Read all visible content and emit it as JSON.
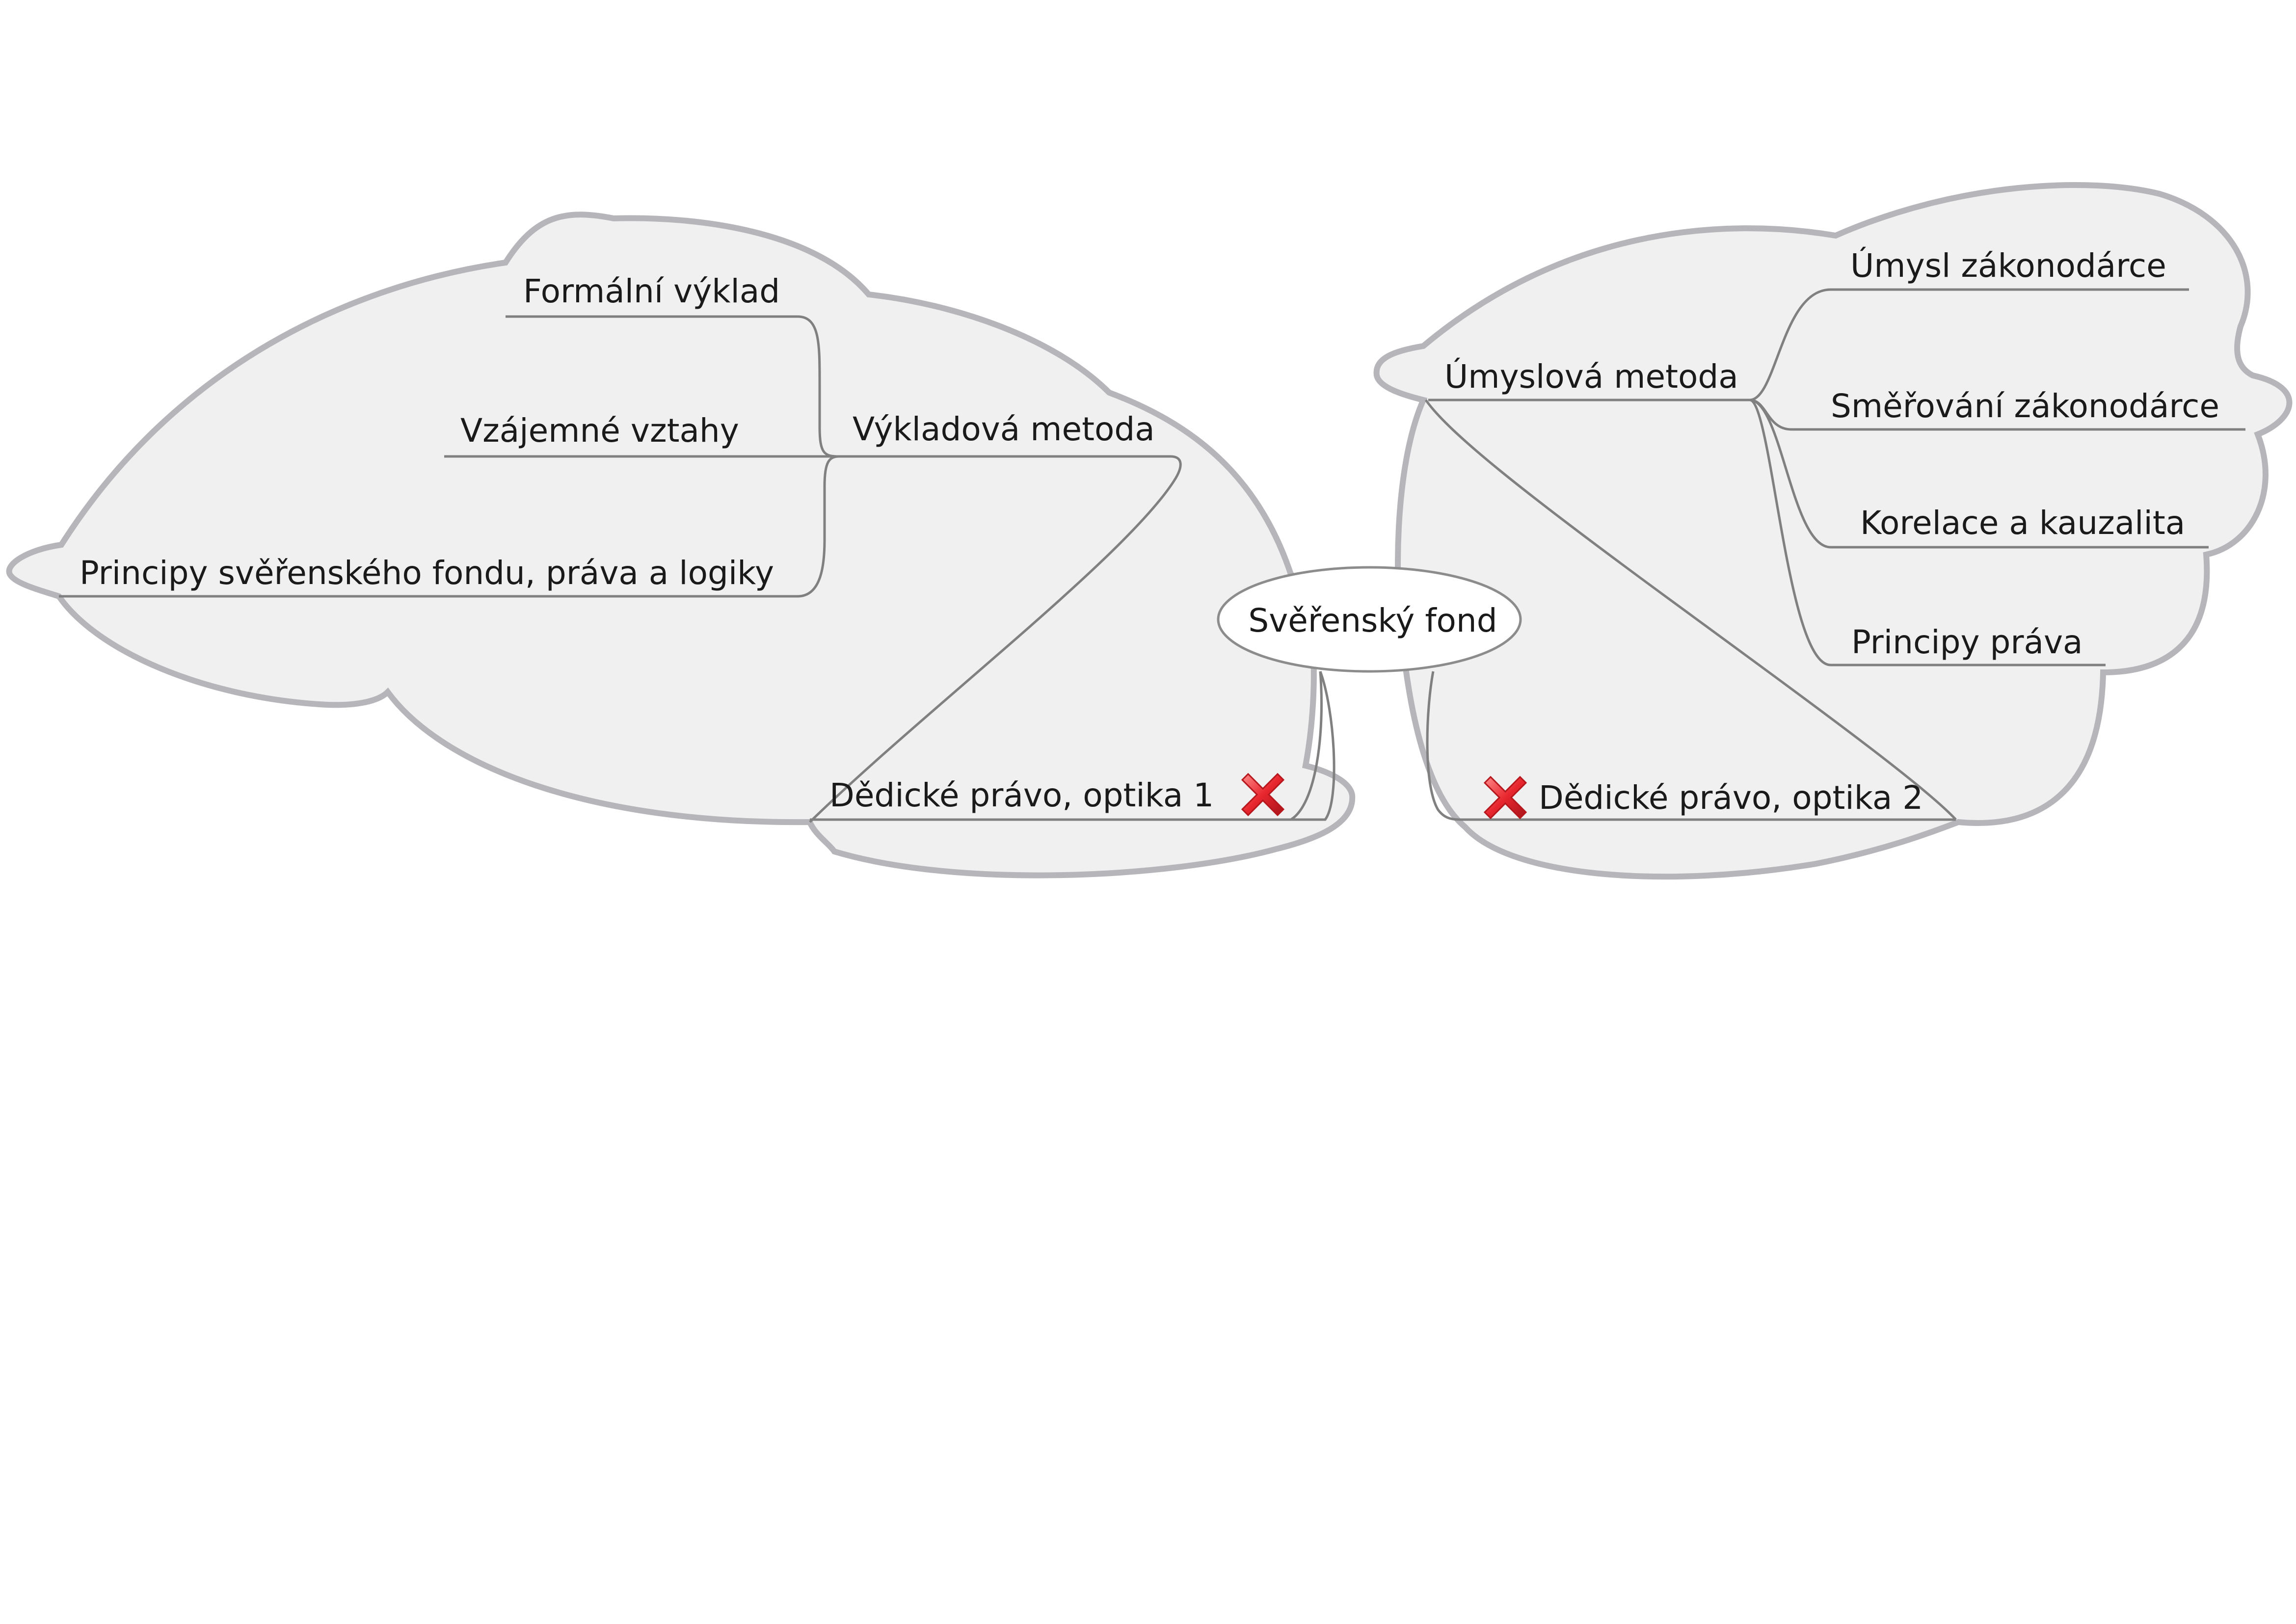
{
  "central_topic": "Svěřenský fond",
  "left_branch": {
    "topic": "Výkladová metoda",
    "children": [
      "Formální výklad",
      "Vzájemné vztahy",
      "Principy svěřenského fondu, práva a logiky"
    ],
    "leaf": "Dědické právo, optika 1",
    "leaf_marker": "cross-icon"
  },
  "right_branch": {
    "topic": "Úmyslová metoda",
    "children": [
      "Úmysl zákonodárce",
      "Směřování zákonodárce",
      "Korelace a kauzalita",
      "Principy práva"
    ],
    "leaf": "Dědické právo, optika 2",
    "leaf_marker": "cross-icon"
  },
  "colors": {
    "cloud_fill": "#f0f0f0",
    "cloud_stroke": "#b5b5ba",
    "branch_line": "#808080",
    "central_stroke": "#8c8c8c",
    "cross_red": "#e8262e"
  }
}
